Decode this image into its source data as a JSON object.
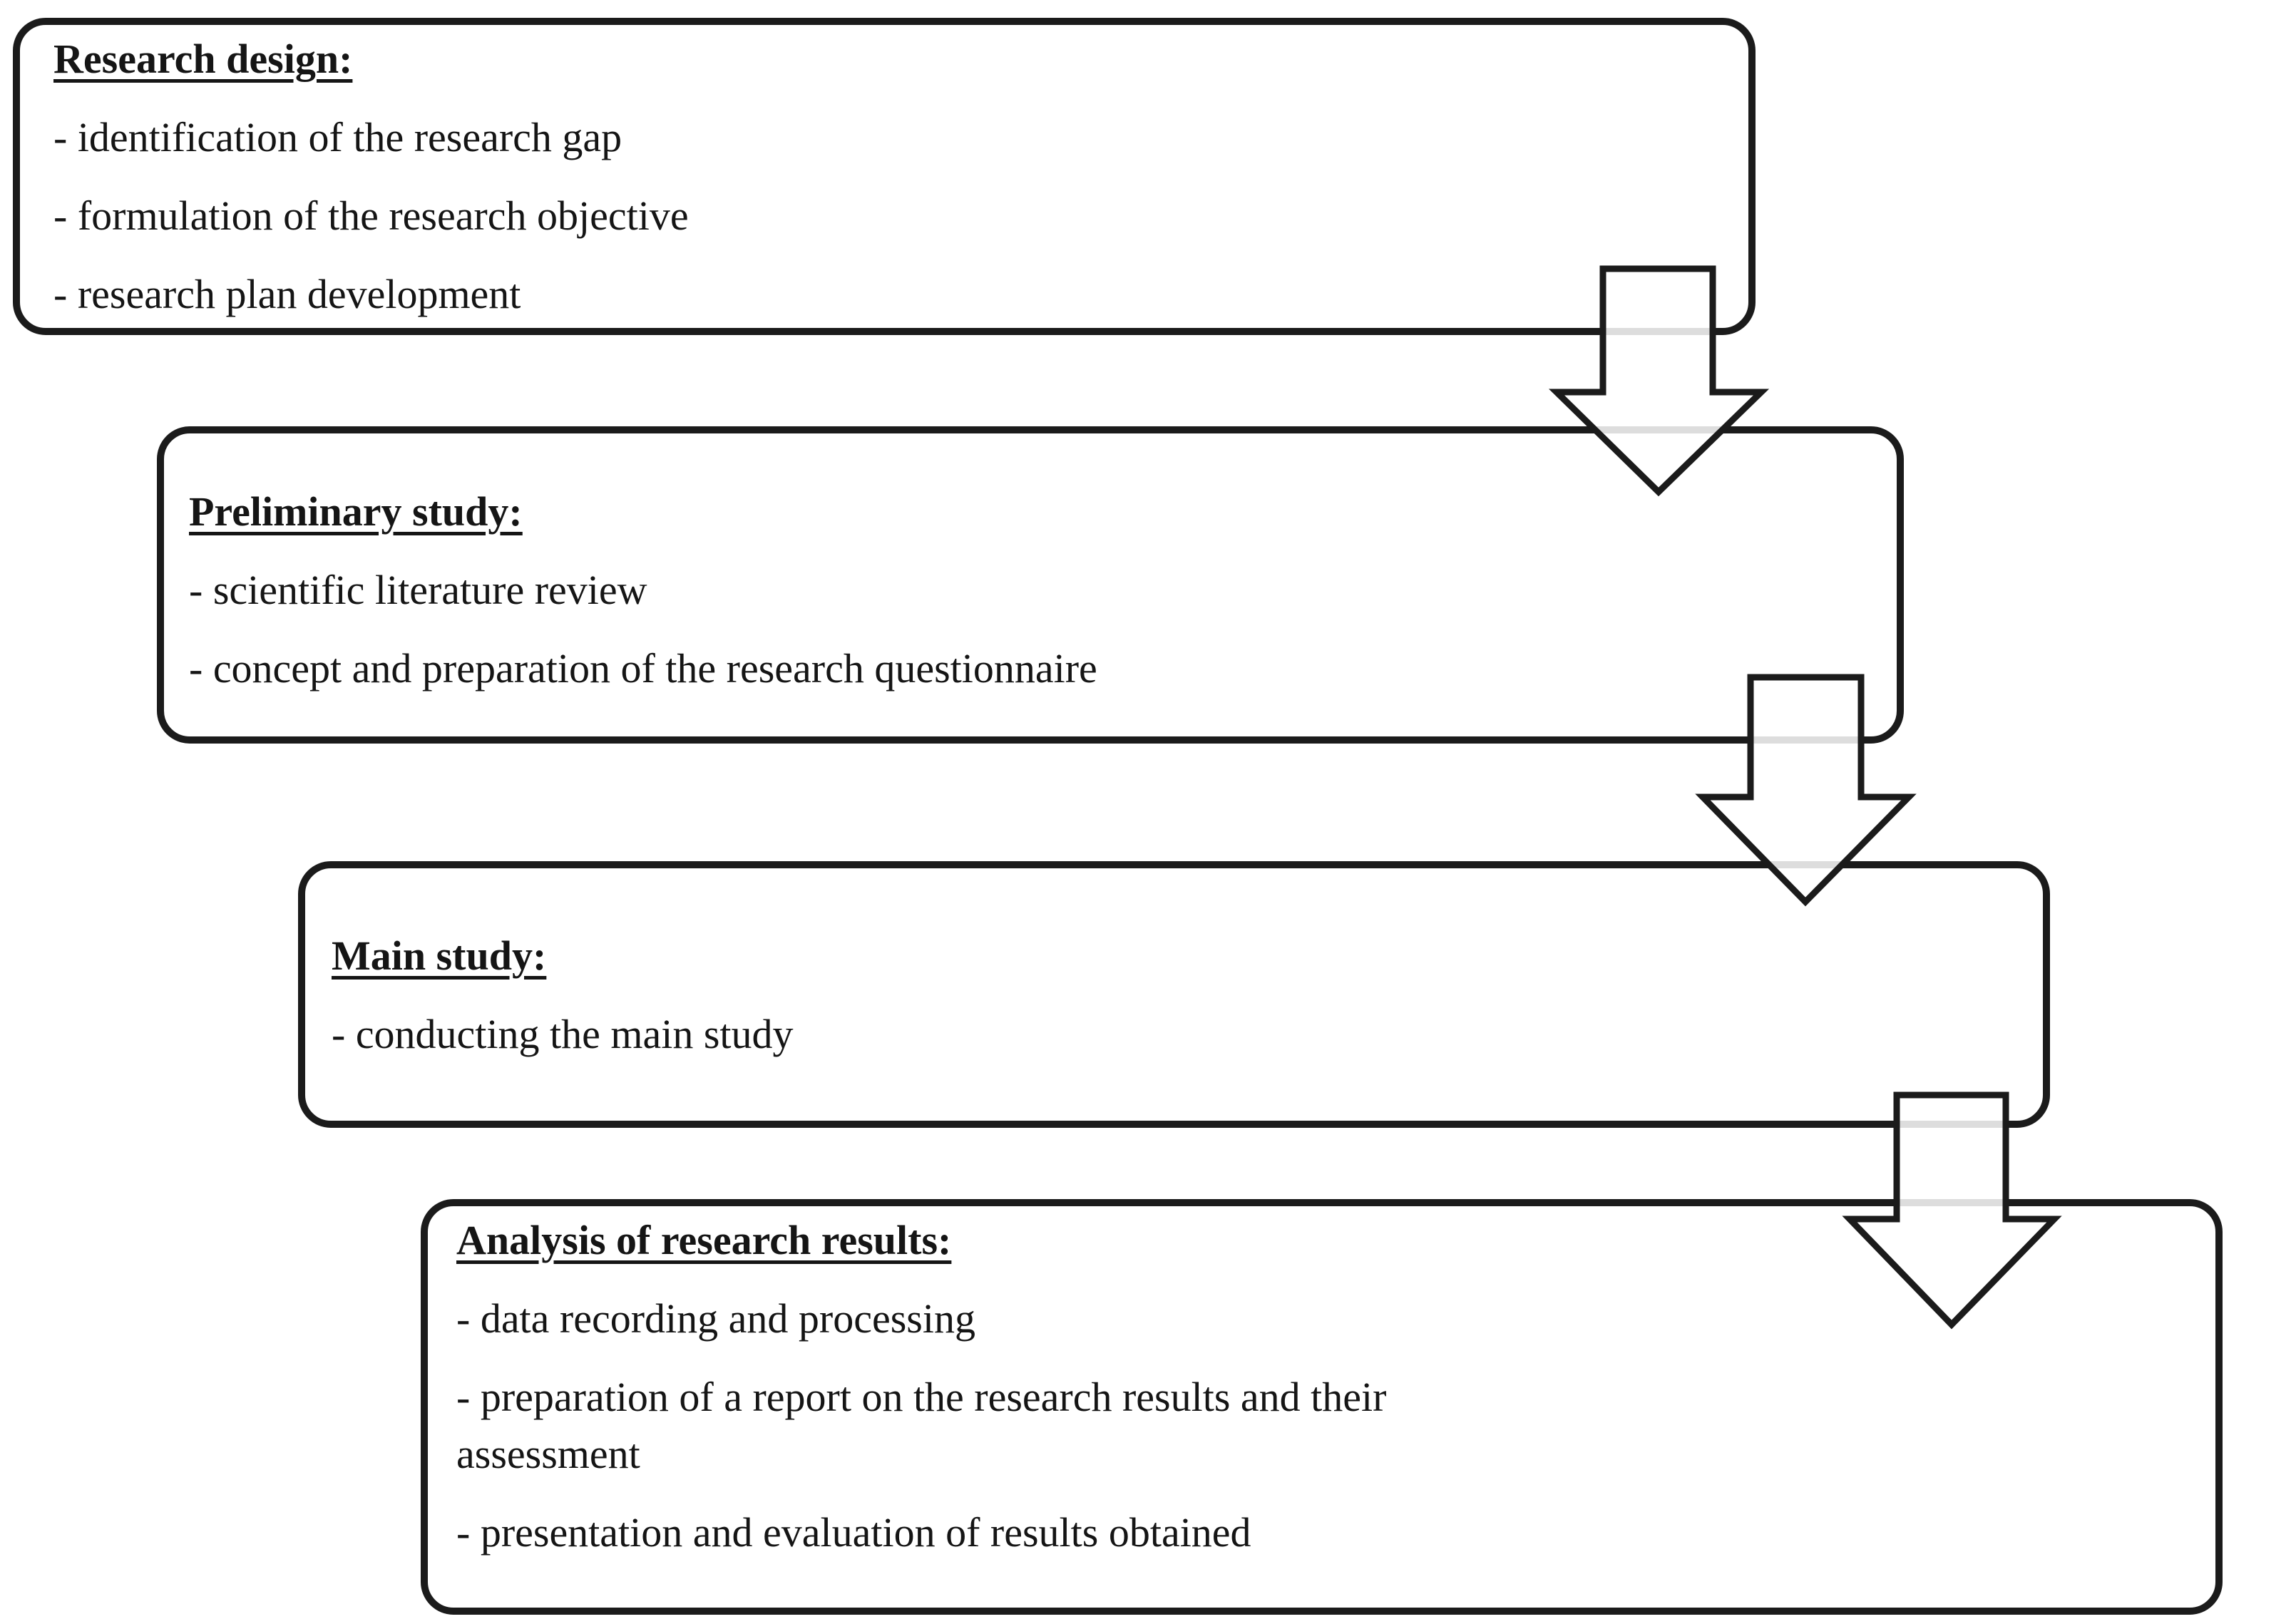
{
  "figure": {
    "background_color": "#ffffff",
    "line_color": "#1b1b1b",
    "text_color": "#151515"
  },
  "steps": [
    {
      "id": "research-design",
      "title": "Research design:",
      "items": [
        "- identification of the research gap",
        "- formulation of the research objective",
        "- research plan development"
      ]
    },
    {
      "id": "preliminary-study",
      "title": "Preliminary study:",
      "items": [
        "- scientific literature review",
        "- concept and preparation of the research questionnaire"
      ]
    },
    {
      "id": "main-study",
      "title": "Main study:",
      "items": [
        "- conducting the main study"
      ]
    },
    {
      "id": "analysis-of-research-results",
      "title": "Analysis of research results:",
      "items": [
        "- data recording and processing",
        "- preparation of a report on the research results and their\nassessment",
        "- presentation and evaluation of results obtained"
      ]
    }
  ],
  "connectors": [
    {
      "from": "research-design",
      "to": "preliminary-study",
      "type": "down-arrow"
    },
    {
      "from": "preliminary-study",
      "to": "main-study",
      "type": "down-arrow"
    },
    {
      "from": "main-study",
      "to": "analysis-of-research-results",
      "type": "down-arrow"
    }
  ]
}
